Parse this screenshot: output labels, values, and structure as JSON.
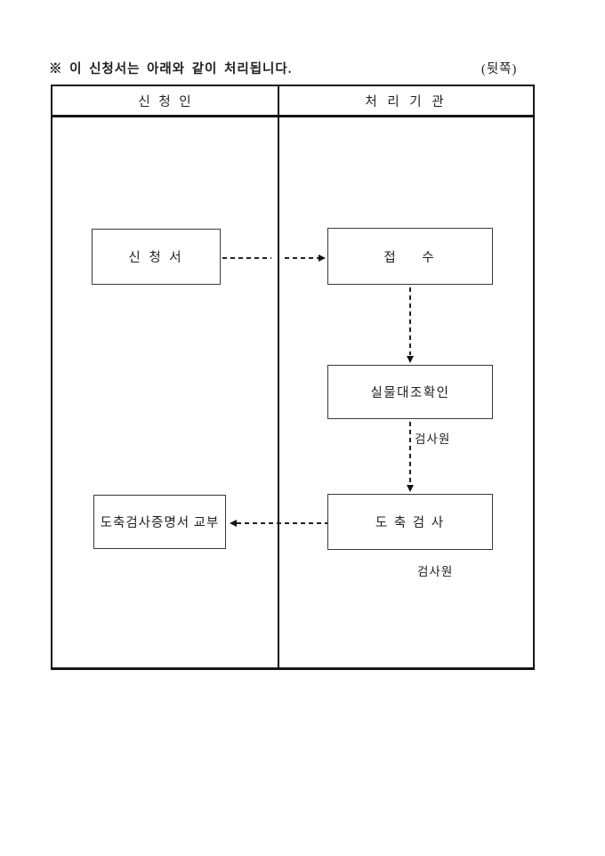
{
  "page": {
    "note": "※ 이 신청서는 아래와 같이 처리됩니다.",
    "page_side": "(뒷쪽)"
  },
  "table": {
    "columns": {
      "applicant": "신 청 인",
      "agency": "처 리 기 관"
    }
  },
  "flow": {
    "boxes": {
      "application": "신 청 서",
      "receipt": "접    수",
      "physical_check": "실물대조확인",
      "slaughter_inspection": "도 축 검 사",
      "certificate_issue": "도축검사증명서 교부"
    },
    "labels": {
      "inspector1": "검사원",
      "inspector2": "검사원"
    }
  },
  "colors": {
    "ink": "#1a1a1a",
    "background": "#ffffff"
  }
}
